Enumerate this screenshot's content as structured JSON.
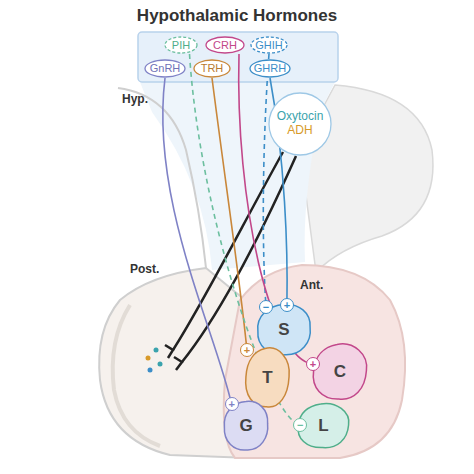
{
  "diagram": {
    "title": "Hypothalamic Hormones",
    "nodes": [
      {
        "text": [
          "PIH"
        ]
      },
      {
        "text": [
          "CRH"
        ]
      },
      {
        "text": [
          "GHIH"
        ]
      },
      {
        "text": [
          "GnRH"
        ]
      },
      {
        "text": [
          "TRH"
        ]
      },
      {
        "text": [
          "GHRH"
        ]
      },
      {
        "text": [
          "Oxytocin",
          "ADH"
        ]
      },
      {
        "text": [
          "S"
        ]
      },
      {
        "text": [
          "T"
        ]
      },
      {
        "text": [
          "C"
        ]
      },
      {
        "text": [
          "G"
        ]
      },
      {
        "text": [
          "L"
        ]
      }
    ],
    "edges": [
      {
        "from": 2,
        "to": 7,
        "arrow": "none",
        "label": "−"
      },
      {
        "from": 5,
        "to": 7,
        "arrow": "none",
        "label": "+"
      },
      {
        "from": 4,
        "to": 8,
        "arrow": "none",
        "label": "+"
      },
      {
        "from": 1,
        "to": 9,
        "arrow": "none",
        "label": "+"
      },
      {
        "from": 3,
        "to": 10,
        "arrow": "none",
        "label": "+"
      },
      {
        "from": 0,
        "to": 11,
        "arrow": "none",
        "label": "−"
      }
    ],
    "labels": [
      "Hyp.",
      "Post.",
      "Ant."
    ]
  }
}
